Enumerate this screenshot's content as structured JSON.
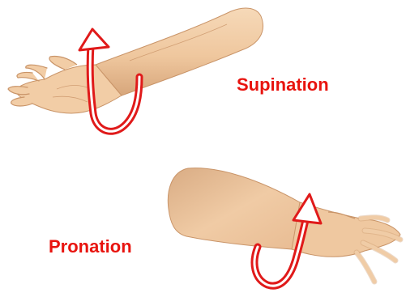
{
  "labels": {
    "supination": "Supination",
    "pronation": "Pronation"
  },
  "colors": {
    "label": "#e8140f",
    "arrow": "#e01a1a",
    "skin": "#f0c89e",
    "skin_shade": "#d9a77c",
    "skin_line": "#b9885e"
  },
  "illustrations": [
    {
      "name": "forearm-supinated",
      "caption_key": "supination"
    },
    {
      "name": "forearm-pronated",
      "caption_key": "pronation"
    }
  ]
}
